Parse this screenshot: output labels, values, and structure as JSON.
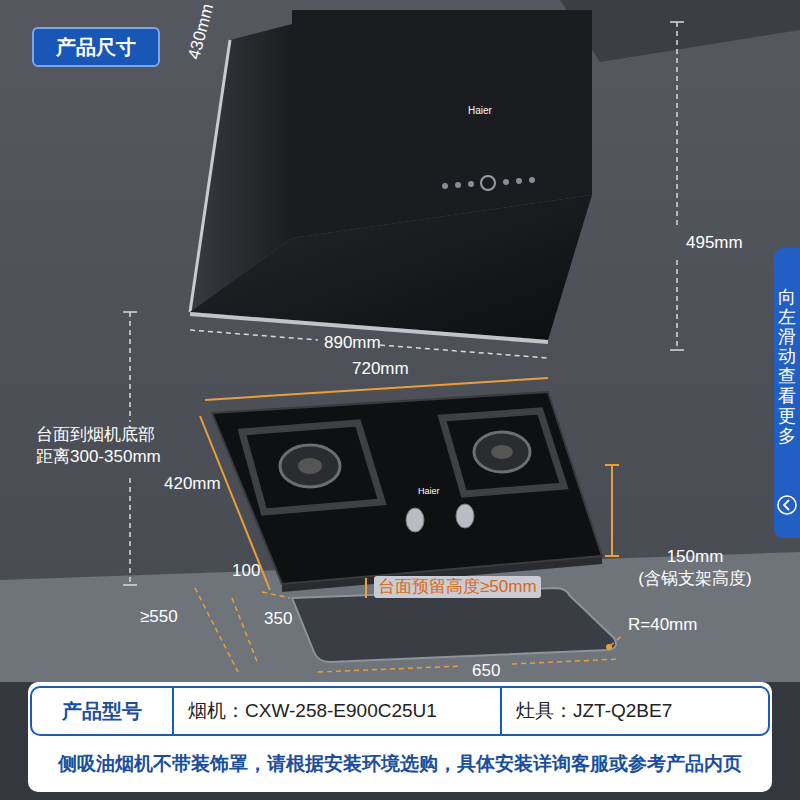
{
  "diagram": {
    "nodes": [
      {
        "text": [
          "产品尺寸"
        ]
      },
      {
        "text": [
          "向左滑动查看更多"
        ]
      },
      {
        "text": [
          "产品型号"
        ]
      },
      {
        "text": [
          "烟机：CXW-258-E900C25U1"
        ]
      },
      {
        "text": [
          "灶具：JZT-Q2BE7"
        ]
      },
      {
        "text": [
          "侧吸油烟机不带装饰罩，请根据安装环境选购，具体安装详询客服或参考产品内页"
        ]
      }
    ],
    "labels": [
      "430mm",
      "495mm",
      "890mm",
      "720mm",
      "台面到烟机底部 距离300-350mm",
      "420mm",
      "150mm (含锅支架高度)",
      "100",
      "≥550",
      "350",
      "台面预留高度≥50mm",
      "R=40mm",
      "650",
      "Haier",
      "Haier"
    ]
  }
}
